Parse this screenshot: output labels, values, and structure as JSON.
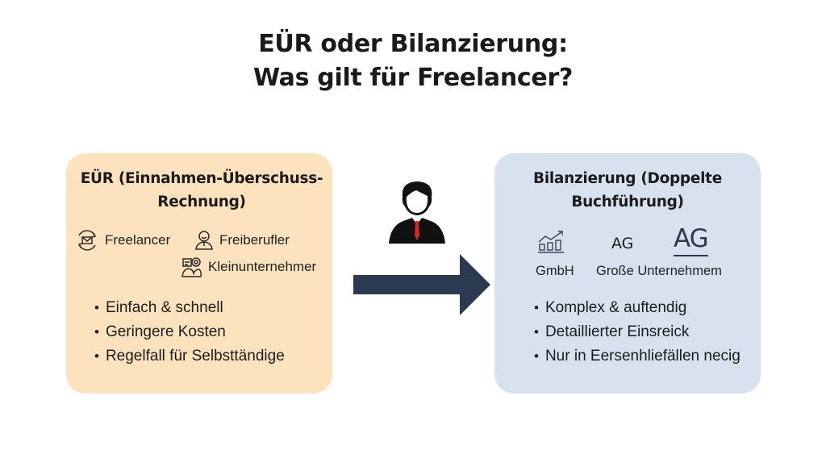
{
  "title": {
    "line1": "EÜR oder Bilanzierung:",
    "line2": "Was gilt für Freelancer?"
  },
  "left_box": {
    "title_line1": "EÜR (Einnahmen-Überschuss-",
    "title_line2": "Rechnung)",
    "background": "#fde3bd",
    "groups": [
      {
        "label": "Freelancer",
        "icon": "mail-cycle-icon"
      },
      {
        "label": "Freiberufler",
        "icon": "person-icon"
      },
      {
        "label": "Kleinunternehmer",
        "icon": "business-people-icon"
      }
    ],
    "bullets": [
      "Einfach & schnell",
      "Geringere Kosten",
      "Regelfall für Selbsttändige"
    ]
  },
  "center": {
    "person_icon": "businessman-icon",
    "tie_color": "#d42a2a",
    "arrow_icon": "arrow-right-icon",
    "arrow_color": "#2b3a4e"
  },
  "right_box": {
    "title_line1": "Bilanzierung (Doppelte",
    "title_line2": "Buchführung)",
    "background": "#d7e2ee",
    "groups": [
      {
        "label": "GmbH",
        "icon": "growth-chart-icon"
      },
      {
        "label": "AG",
        "icon": "ag-text-icon"
      },
      {
        "label": "AG",
        "icon": "ag-large-text-icon"
      }
    ],
    "labels": [
      "GmbH",
      "Große Unternehmem"
    ],
    "bullets": [
      "Komplex & auftendig",
      "Detaillierter Einsreick",
      "Nur in Eersenhliefällen necig"
    ]
  }
}
